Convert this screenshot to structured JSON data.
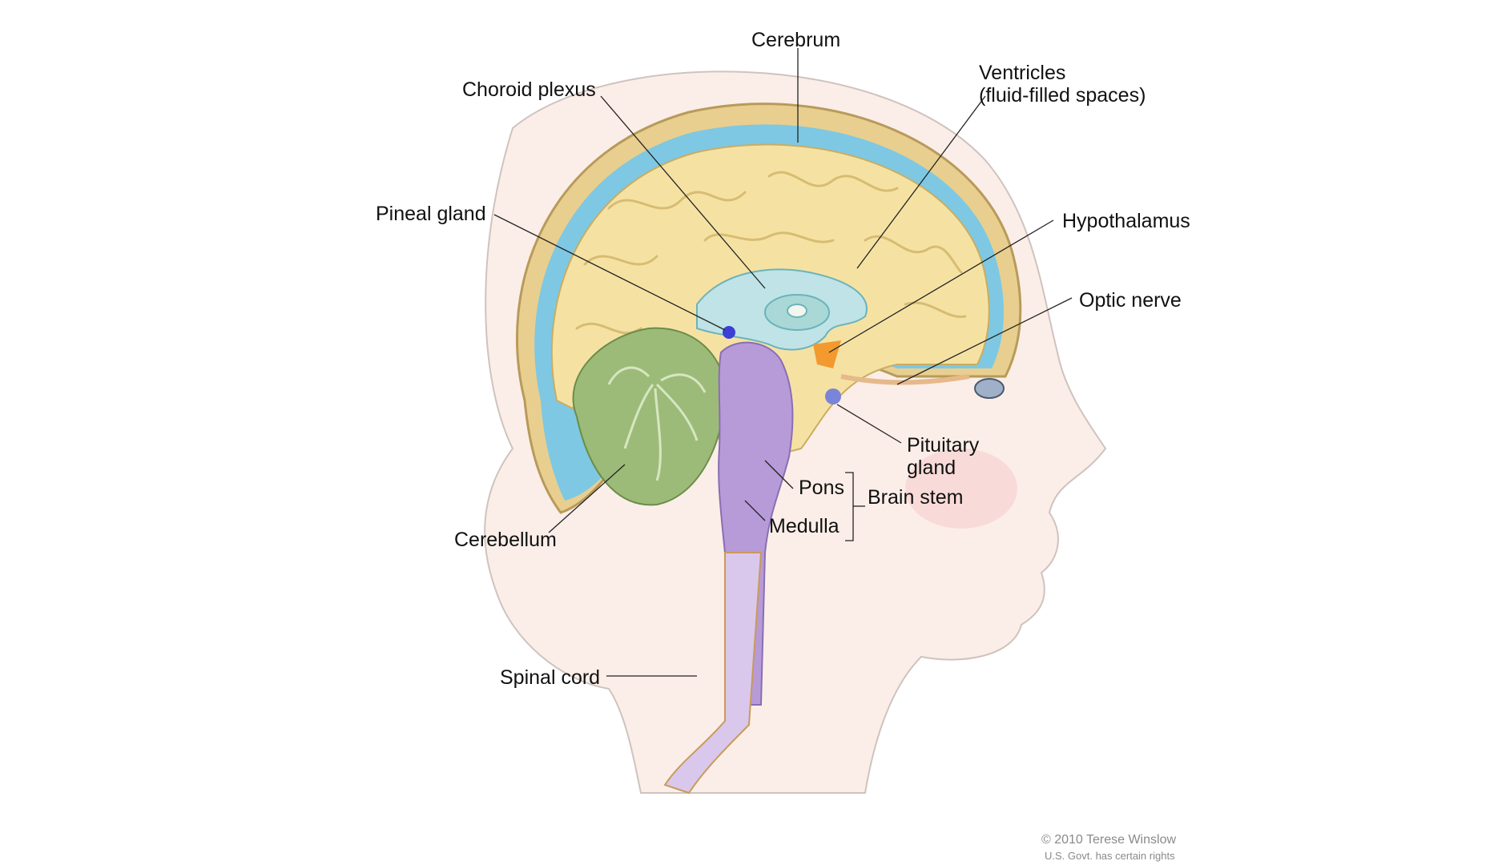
{
  "labels": {
    "cerebrum": "Cerebrum",
    "choroid_plexus": "Choroid plexus",
    "ventricles_1": "Ventricles",
    "ventricles_2": "(fluid-filled spaces)",
    "pineal_gland": "Pineal gland",
    "hypothalamus": "Hypothalamus",
    "optic_nerve": "Optic nerve",
    "pituitary_gland_1": "Pituitary",
    "pituitary_gland_2": "gland",
    "pons": "Pons",
    "brain_stem": "Brain stem",
    "medulla": "Medulla",
    "cerebellum": "Cerebellum",
    "spinal_cord": "Spinal cord"
  },
  "credit": {
    "copyright": "© 2010 Terese Winslow",
    "rights": "U.S. Govt. has certain rights"
  },
  "colors": {
    "cerebrum": "#f5e2a3",
    "cerebellum": "#9dbb78",
    "brain_stem": "#b79ad8",
    "ventricles": "#bfe3e6",
    "csf": "#7ec8e3",
    "hypothalamus": "#f29a2e",
    "pituitary": "#7a84d8",
    "pineal": "#3b3fd6",
    "skull": "#e8cf8f",
    "skin": "#fbeee8"
  }
}
